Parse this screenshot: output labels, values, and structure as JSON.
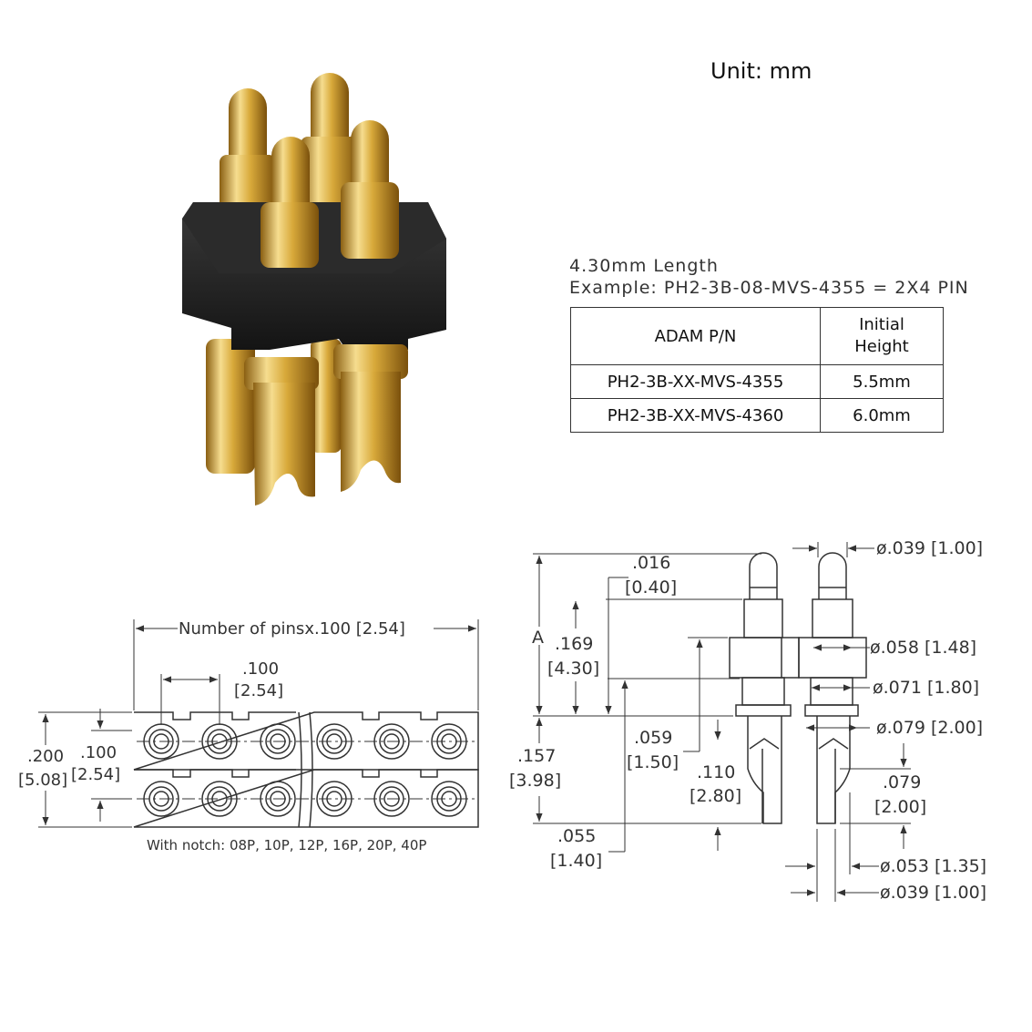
{
  "unit_label": "Unit: mm",
  "spec": {
    "length_line": "4.30mm  Length",
    "example_line": "Example:  PH2-3B-08-MVS-4355  =  2X4  PIN"
  },
  "table": {
    "headers": [
      "ADAM  P/N",
      "Initial",
      "Height"
    ],
    "rows": [
      {
        "pn": "PH2-3B-XX-MVS-4355",
        "height": "5.5mm"
      },
      {
        "pn": "PH2-3B-XX-MVS-4360",
        "height": "6.0mm"
      }
    ]
  },
  "top_view": {
    "total_width_label": "Number  of  pinsx.100  [2.54]",
    "pitch_in": ".100",
    "pitch_mm": "[2.54]",
    "height_in": ".200",
    "height_mm": "[5.08]",
    "row_pitch_in": ".100",
    "row_pitch_mm": "[2.54]",
    "notch_note": "With  notch:  08P,  10P,  12P,  16P,  20P,  40P"
  },
  "side_view": {
    "tip_offset_in": ".016",
    "tip_offset_mm": "[0.40]",
    "dim_a": "A",
    "length_in": ".169",
    "length_mm": "[4.30]",
    "body_in": ".059",
    "body_mm": "[1.50]",
    "tail_in": ".157",
    "tail_mm": "[3.98]",
    "slot_in": ".110",
    "slot_mm": "[2.80]",
    "bottom_in": ".055",
    "bottom_mm": "[1.40]",
    "tip_dia": "ø.039  [1.00]",
    "plunger_dia": "ø.058  [1.48]",
    "barrel_dia": "ø.071  [1.80]",
    "collar_dia": "ø.079  [2.00]",
    "cup_in": ".079",
    "cup_mm": "[2.00]",
    "tail_dia": "ø.053  [1.35]",
    "tail_end_dia": "ø.039  [1.00]"
  },
  "colors": {
    "gold": "#d8a93a",
    "gold_light": "#f6dd8f",
    "gold_dark": "#8a5f12",
    "insulator": "#262626",
    "line": "#333333"
  }
}
